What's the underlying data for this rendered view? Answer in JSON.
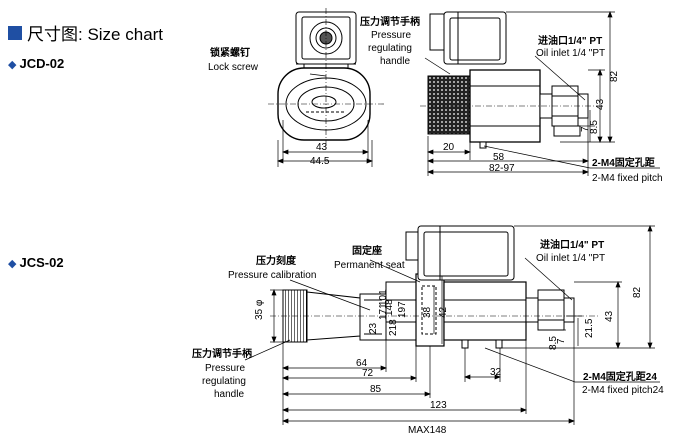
{
  "header": {
    "title": "尺寸图: Size chart"
  },
  "models": [
    {
      "label": "JCD-02"
    },
    {
      "label": "JCS-02"
    }
  ],
  "jcd": {
    "lock_cn": "锁紧螺钉",
    "lock_en": "Lock screw",
    "handle_cn": "压力调节手柄",
    "handle_en1": "Pressure",
    "handle_en2": "regulating",
    "handle_en3": "handle",
    "inlet_cn": "进油口1/4\" PT",
    "inlet_en": "Oil inlet 1/4 \"PT",
    "pitch_cn": "2-M4固定孔距",
    "pitch_en": "2-M4 fixed pitch",
    "dims": {
      "d43": "43",
      "d445": "44.5",
      "d20": "20",
      "d58": "58",
      "d8297": "82-97",
      "d82": "82",
      "d43v": "43",
      "d7": "7",
      "d85": "8.5"
    }
  },
  "jcs": {
    "calib_cn": "压力刻度",
    "calib_en": "Pressure calibration",
    "seat_cn": "固定座",
    "seat_en": "Permanent seat",
    "handle_cn": "压力调节手柄",
    "handle_en1": "Pressure",
    "handle_en2": "regulating",
    "handle_en3": "handle",
    "inlet_cn": "进油口1/4\" PT",
    "inlet_en": "Oil inlet 1/4 \"PT",
    "pitch_cn": "2-M4固定孔距24",
    "pitch_en": "2-M4 fixed pitch24",
    "scale": [
      "23",
      "171",
      "218",
      "101",
      "148",
      "197"
    ],
    "dims": {
      "d35": "35 φ",
      "d38": "38",
      "d42": "42",
      "d64": "64",
      "d72": "72",
      "d85": "85",
      "d32": "32",
      "d123": "123",
      "dmax": "MAX148",
      "d82": "82",
      "d43": "43",
      "d215": "21.5",
      "d7": "7",
      "d85v": "8.5"
    }
  }
}
